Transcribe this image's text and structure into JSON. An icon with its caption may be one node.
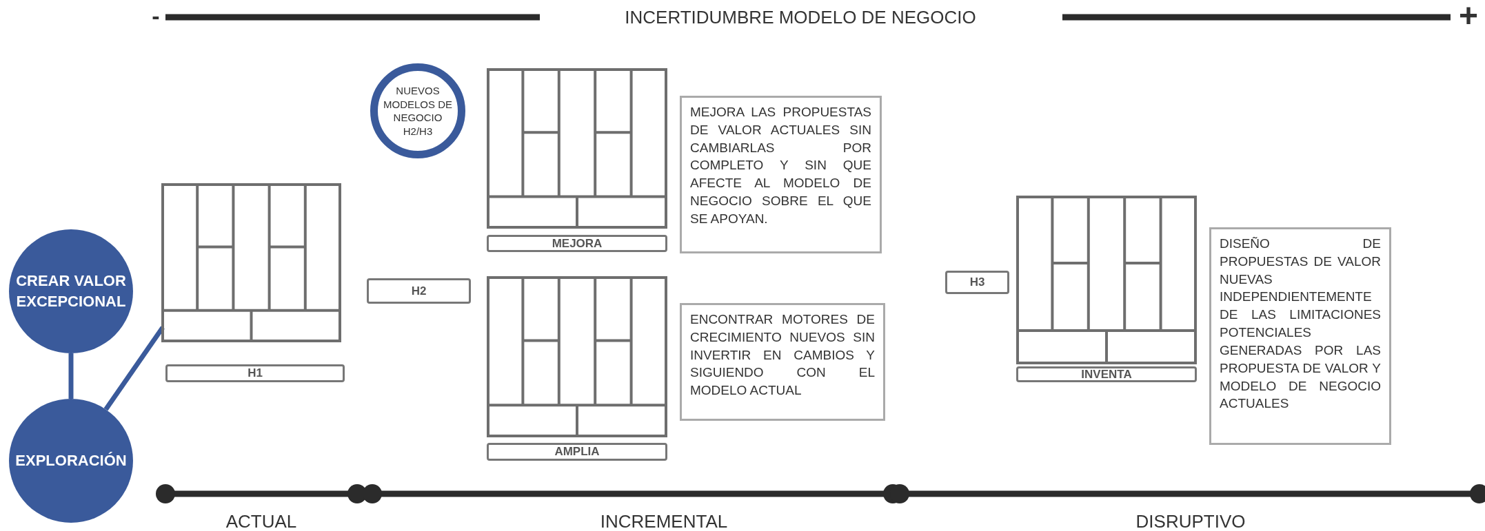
{
  "diagram": {
    "nodes": [
      {
        "text": [
          "CREAR VALOR EXCEPCIONAL"
        ]
      },
      {
        "text": [
          "EXPLORACIÓN"
        ]
      },
      {
        "text": [],
        "shape": "box"
      },
      {
        "text": [
          "H1"
        ]
      },
      {
        "text": [
          "NUEVOS MODELOS DE NEGOCIO H2/H3"
        ]
      },
      {
        "text": [
          "H2"
        ]
      },
      {
        "text": [],
        "shape": "box"
      },
      {
        "text": [
          "MEJORA"
        ]
      },
      {
        "text": [
          "MEJORA LAS PROPUESTAS DE VALOR ACTUALES SIN CAMBIARLAS POR COMPLETO Y SIN QUE AFECTE AL MODELO DE NEGOCIO SOBRE EL QUE SE APOYAN."
        ]
      },
      {
        "text": [],
        "shape": "box"
      },
      {
        "text": [
          "AMPLIA"
        ]
      },
      {
        "text": [
          "ENCONTRAR MOTORES DE CRECIMIENTO NUEVOS SIN INVERTIR EN CAMBIOS Y SIGUIENDO CON EL MODELO ACTUAL"
        ]
      },
      {
        "text": [
          "H3"
        ]
      },
      {
        "text": [],
        "shape": "box"
      },
      {
        "text": [
          "INVENTA"
        ]
      },
      {
        "text": [
          "DISEÑO DE PROPUESTAS DE VALOR NUEVAS INDEPENDIENTEMENTE DE LAS LIMITACIONES POTENCIALES GENERADAS POR LAS PROPUESTA DE VALOR Y MODELO DE NEGOCIO ACTUALES"
        ]
      }
    ],
    "edges": [
      {
        "from": 0,
        "to": 1,
        "arrow": "none"
      },
      {
        "from": 1,
        "to": 2,
        "arrow": "none"
      }
    ],
    "labels": [
      "-",
      "INCERTIDUMBRE MODELO DE NEGOCIO",
      "+",
      "ACTUAL",
      "INCREMENTAL",
      "DISRUPTIVO"
    ]
  }
}
